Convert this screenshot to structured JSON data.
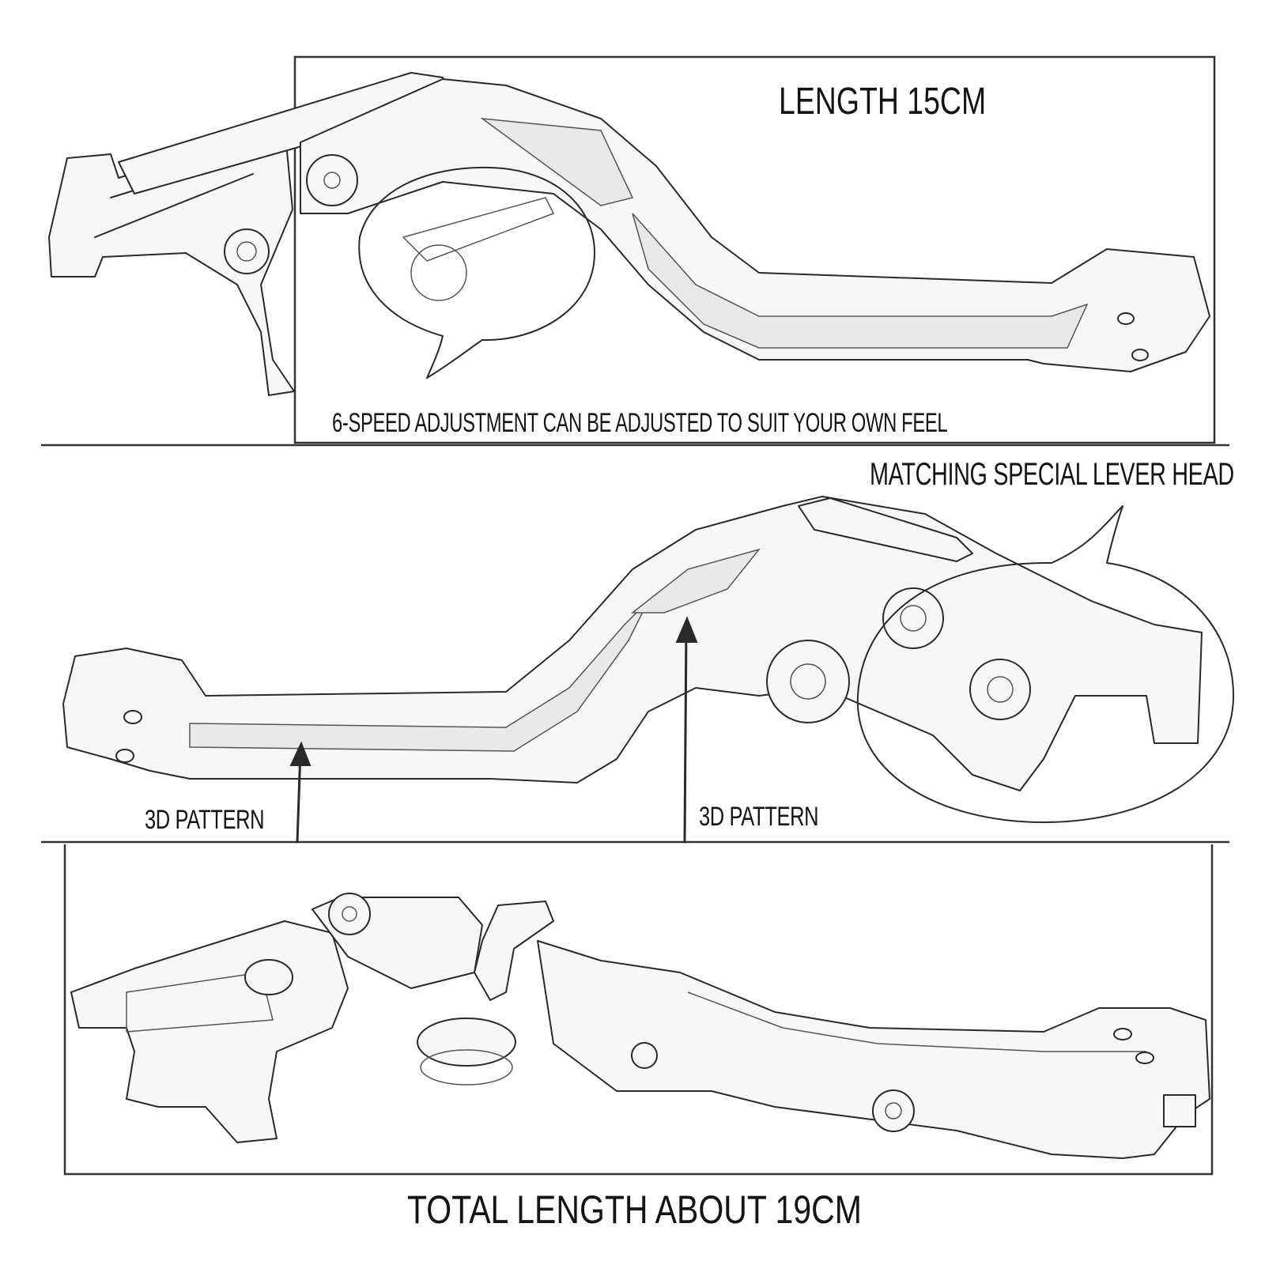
{
  "panels": {
    "top": {
      "title": "LENGTH 15CM",
      "caption": "6-SPEED ADJUSTMENT CAN BE ADJUSTED TO SUIT YOUR OWN FEEL"
    },
    "middle": {
      "header": "MATCHING SPECIAL LEVER HEAD",
      "callout_left": "3D PATTERN",
      "callout_right": "3D PATTERN"
    },
    "bottom": {
      "caption": "TOTAL LENGTH ABOUT 19CM"
    }
  }
}
